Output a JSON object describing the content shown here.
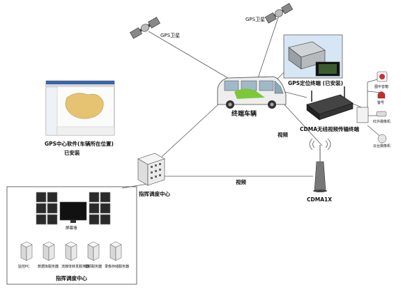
{
  "labels": {
    "gps_sat_left": "GPS卫星",
    "gps_sat_top": "GPS卫星",
    "gps_terminal": "GPS定位终端 (已安装)",
    "terminal_vehicle": "终端车辆",
    "cdma_terminal": "CDMA无线视频传输终端",
    "video_link_vertical": "视频",
    "video_link_horizontal": "视频",
    "gps_software_line1": "GPS中心软件(车辆所在位置)",
    "gps_software_line2": "已安装",
    "dispatch_center_node": "指挥调度中心",
    "cdma_tower": "CDMA1X",
    "display_wall": "屏幕墙",
    "dispatch_center_box": "指挥调度中心"
  },
  "peripherals": [
    {
      "label": "图中音箱"
    },
    {
      "label": "警号"
    },
    {
      "label": "红外摄像机"
    },
    {
      "label": "云台摄像机"
    }
  ],
  "servers": [
    {
      "label": "监控PC"
    },
    {
      "label": "数据库服务器"
    },
    {
      "label": "流媒体转发服务器"
    },
    {
      "label": "视频服务器"
    },
    {
      "label": "录像存储服务器"
    }
  ],
  "colors": {
    "line": "#555555",
    "van_accent": "#7cc83a",
    "device_dark": "#222222",
    "tower": "#777777"
  }
}
